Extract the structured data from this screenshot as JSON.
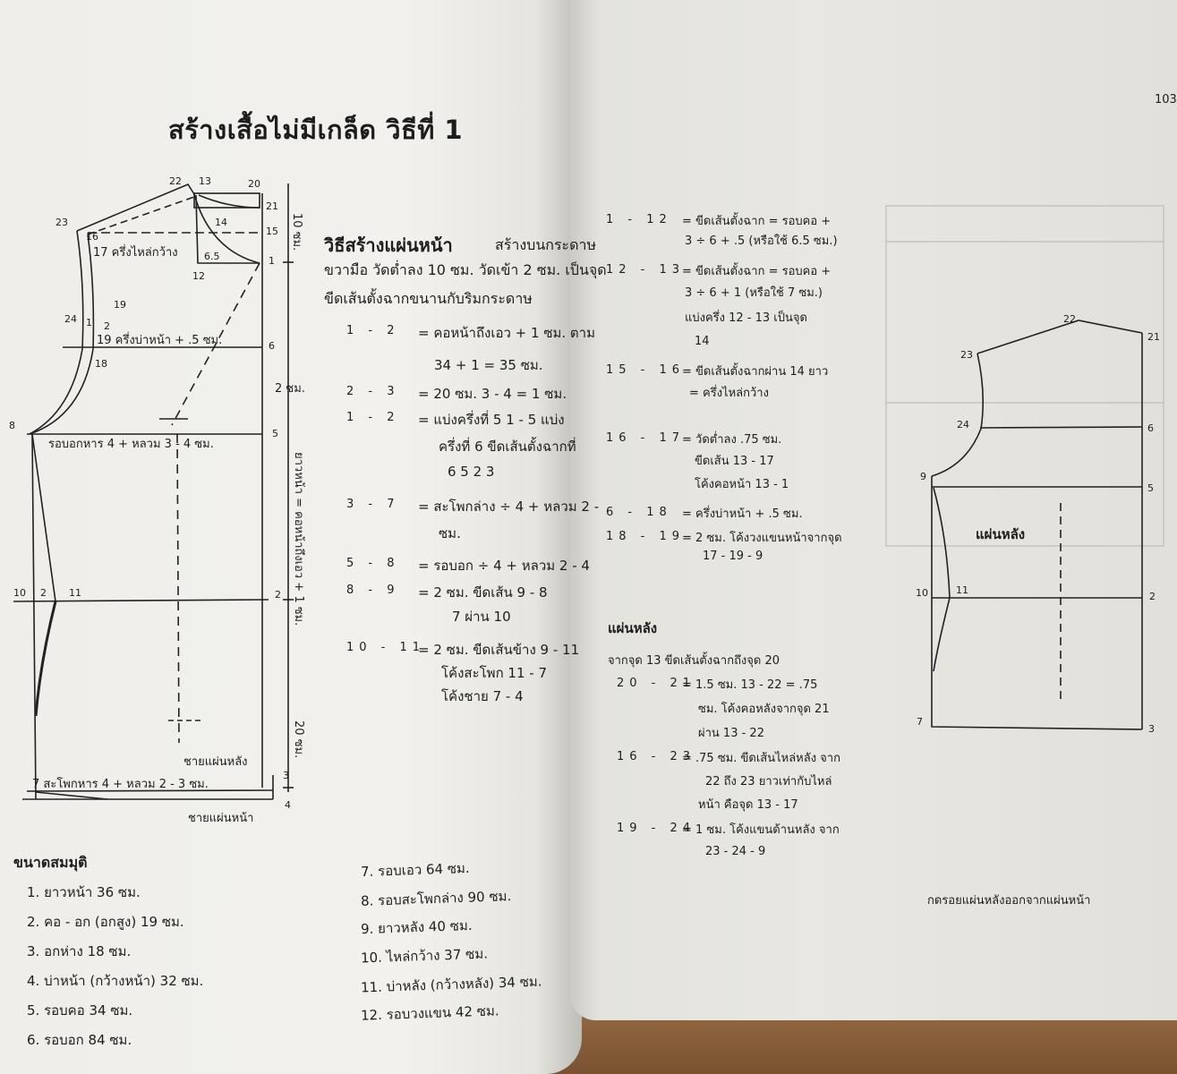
{
  "left_page": {
    "title": "สร้างเสื้อไม่มีเกล็ด วิธีที่ 1",
    "diagram": {
      "labels": [
        "22",
        "13",
        "20",
        "21",
        "23",
        "16",
        "14",
        "15",
        "17 ครึ่งไหล่กว้าง",
        "6.5",
        "1",
        "12",
        "19",
        "24",
        "1",
        "2",
        "19 ครึ่งบ่าหน้า + .5 ซม.",
        "6",
        "18",
        "2 ซม.",
        "8",
        "5",
        "รอบอกหาร 4 + หลวม 3 - 4 ซม.",
        "10",
        "2",
        "11",
        "2",
        "ยาวหน้า = คอหน้าถึงเอว + 1 ซม.",
        "20 ซม.",
        "ชายแผ่นหลัง",
        "7 สะโพกหาร 4 + หลวม   2 - 3 ซม.",
        "3",
        "4",
        "ชายแผ่นหน้า",
        "10 ซม."
      ]
    },
    "instructions": {
      "heading": "วิธีสร้างแผ่นหน้า",
      "intro": [
        "สร้างบนกระดาษ",
        "ขวามือ วัดต่ำลง 10 ซม. วัดเข้า 2 ซม. เป็นจุด",
        "ขีดเส้นตั้งฉากขนานกับริมกระดาษ"
      ],
      "steps": [
        {
          "pts": "1 - 2",
          "text": "= คอหน้าถึงเอว + 1 ซม. ตาม"
        },
        {
          "pts": "",
          "text": "34 + 1 = 35 ซม."
        },
        {
          "pts": "2 - 3",
          "text": "= 20 ซม. 3 - 4 = 1 ซม."
        },
        {
          "pts": "1 - 2",
          "text": "= แบ่งครึ่งที่ 5  1 - 5 แบ่ง"
        },
        {
          "pts": "",
          "text": "ครึ่งที่ 6 ขีดเส้นตั้งฉากที่"
        },
        {
          "pts": "",
          "text": "6   5   2   3"
        },
        {
          "pts": "3 - 7",
          "text": "= สะโพกล่าง ÷ 4 + หลวม 2 -"
        },
        {
          "pts": "",
          "text": "ซม."
        },
        {
          "pts": "5 - 8",
          "text": "= รอบอก ÷ 4 + หลวม 2 - 4"
        },
        {
          "pts": "8 - 9",
          "text": "= 2 ซม.   ขีดเส้น 9 - 8"
        },
        {
          "pts": "",
          "text": "7  ผ่าน  10"
        },
        {
          "pts": "10 - 11",
          "text": "= 2 ซม. ขีดเส้นข้าง 9 - 11"
        },
        {
          "pts": "",
          "text": "โค้งสะโพก  11 - 7"
        },
        {
          "pts": "",
          "text": "โค้งชาย  7 - 4"
        }
      ]
    },
    "measurements": {
      "heading": "ขนาดสมมุติ",
      "items": [
        "1. ยาวหน้า 36 ซม.",
        "2. คอ - อก (อกสูง) 19 ซม.",
        "3. อกห่าง 18 ซม.",
        "4. บ่าหน้า (กว้างหน้า) 32 ซม.",
        "5. รอบคอ 34 ซม.",
        "6. รอบอก 84 ซม.",
        "7. รอบเอว 64 ซม.",
        "8. รอบสะโพกล่าง 90 ซม.",
        "9. ยาวหลัง 40 ซม.",
        "10. ไหล่กว้าง 37 ซม.",
        "11. บ่าหลัง (กว้างหลัง) 34 ซม.",
        "12. รอบวงแขน 42 ซม."
      ]
    }
  },
  "right_page": {
    "page_number": "103",
    "front_steps": [
      {
        "pts": "1 - 12",
        "text": "= ขีดเส้นตั้งฉาก = รอบคอ +"
      },
      {
        "pts": "",
        "text": "3 ÷ 6 + .5 (หรือใช้ 6.5 ซม.)"
      },
      {
        "pts": "12 - 13",
        "text": "= ขีดเส้นตั้งฉาก = รอบคอ +"
      },
      {
        "pts": "",
        "text": "3 ÷ 6 + 1 (หรือใช้ 7 ซม.)"
      },
      {
        "pts": "",
        "text": "แบ่งครึ่ง  12  -  13  เป็นจุด"
      },
      {
        "pts": "",
        "text": "14"
      },
      {
        "pts": "15 - 16",
        "text": "= ขีดเส้นตั้งฉากผ่าน  14  ยาว"
      },
      {
        "pts": "",
        "text": "= ครึ่งไหล่กว้าง"
      },
      {
        "pts": "16 - 17",
        "text": "= วัดต่ำลง .75 ซม."
      },
      {
        "pts": "",
        "text": "ขีดเส้น  13  -  17"
      },
      {
        "pts": "",
        "text": "โค้งคอหน้า  13  -  1"
      },
      {
        "pts": "6 - 18",
        "text": "= ครึ่งบ่าหน้า + .5 ซม."
      },
      {
        "pts": "18 - 19",
        "text": "= 2 ซม. โค้งวงแขนหน้าจากจุด"
      },
      {
        "pts": "",
        "text": "17  -  19  -  9"
      }
    ],
    "back_heading": "แผ่นหลัง",
    "back_intro": "จากจุด  13  ขีดเส้นตั้งฉากถึงจุด  20",
    "back_steps": [
      {
        "pts": "20 - 21",
        "text": "= 1.5 ซม.   13  -  22   =  .75"
      },
      {
        "pts": "",
        "text": "ซม.  โค้งคอหลังจากจุด  21"
      },
      {
        "pts": "",
        "text": "ผ่าน  13  -  22"
      },
      {
        "pts": "16 - 23",
        "text": "= .75 ซม. ขีดเส้นไหล่หลัง จาก"
      },
      {
        "pts": "",
        "text": "22  ถึง  23  ยาวเท่ากับไหล่"
      },
      {
        "pts": "",
        "text": "หน้า  คือจุด  13  -  17"
      },
      {
        "pts": "19 - 24",
        "text": "= 1 ซม. โค้งแขนด้านหลัง จาก"
      },
      {
        "pts": "",
        "text": "23  -  24  -  9"
      }
    ],
    "diagram": {
      "labels": [
        "22",
        "21",
        "23",
        "24",
        "6",
        "9",
        "5",
        "แผ่นหลัง",
        "10",
        "11",
        "2",
        "7",
        "3"
      ],
      "caption": "กดรอยแผ่นหลังออกจากแผ่นหน้า"
    }
  }
}
